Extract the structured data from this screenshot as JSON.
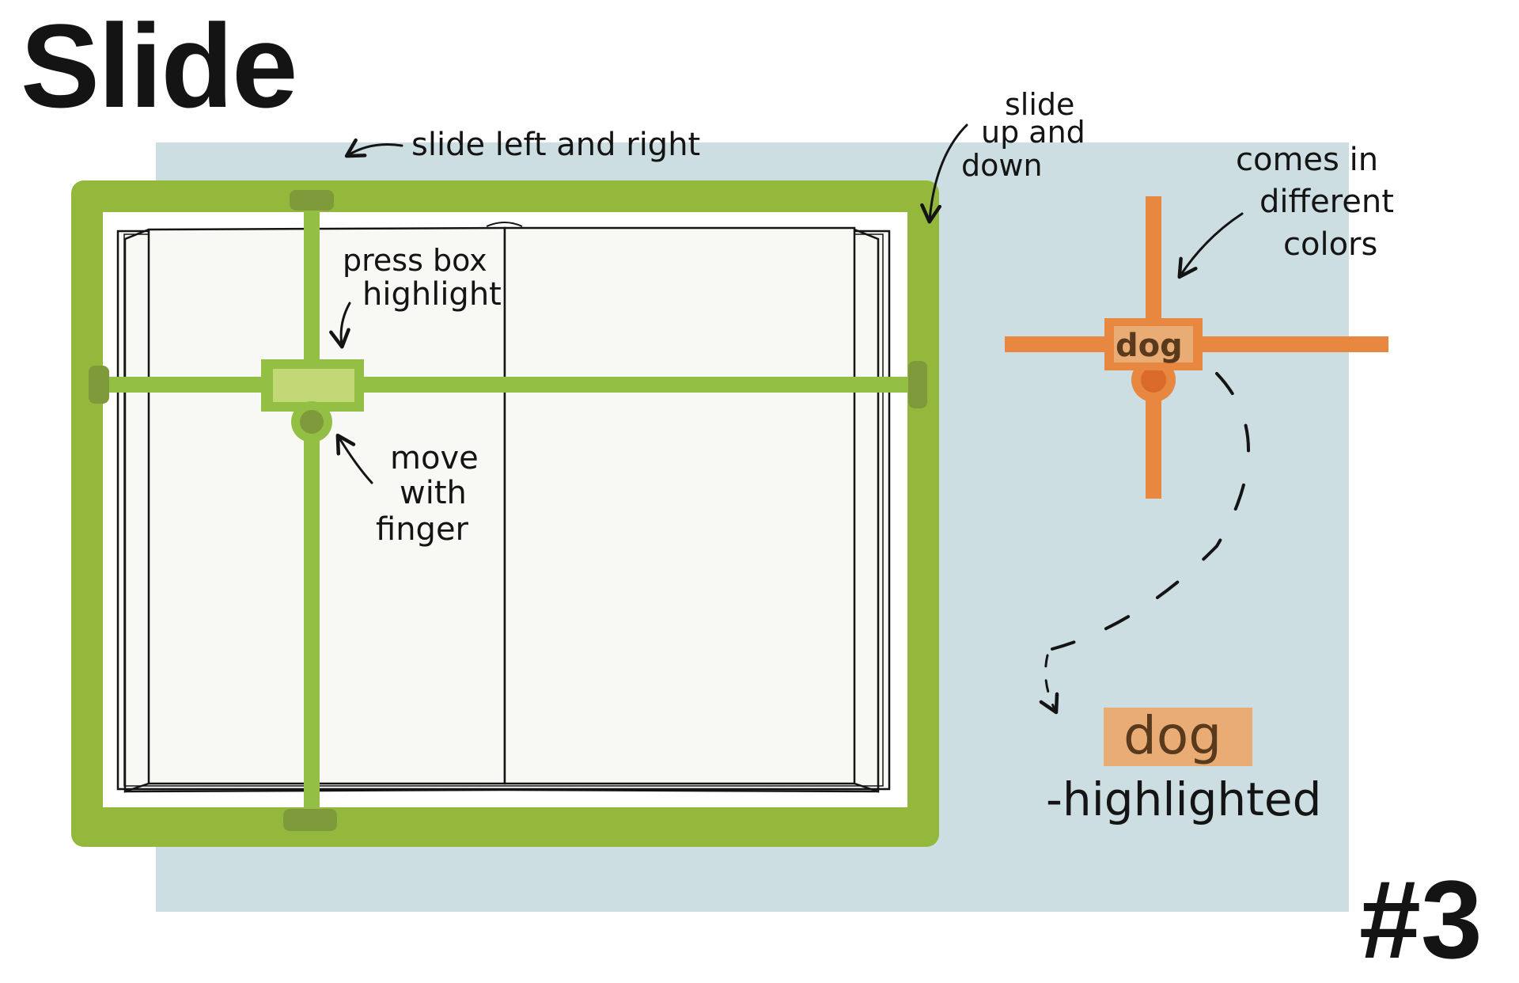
{
  "title": "Slide",
  "page_number": "#3",
  "colors": {
    "panel": "#cddee2",
    "green_frame": "#93b83c",
    "green_slider": "#92bf44",
    "green_box_fill": "#c2d876",
    "green_dark": "#7f9a3a",
    "orange_slider": "#e8873f",
    "orange_box_fill": "#e8ac74",
    "orange_knob": "#d96a2a",
    "page": "#f8f8f5",
    "ink": "#141414"
  },
  "annotations": {
    "slide_left_right": "slide left and right",
    "slide_up_down": [
      "slide",
      "up and",
      "down"
    ],
    "press_box": [
      "press box",
      "highlight"
    ],
    "move_finger": [
      "move",
      "with",
      "finger"
    ],
    "colors_note": [
      "comes in",
      "different",
      "colors"
    ]
  },
  "slider_word": "dog",
  "result": {
    "word": "dog",
    "label": "-highlighted"
  }
}
